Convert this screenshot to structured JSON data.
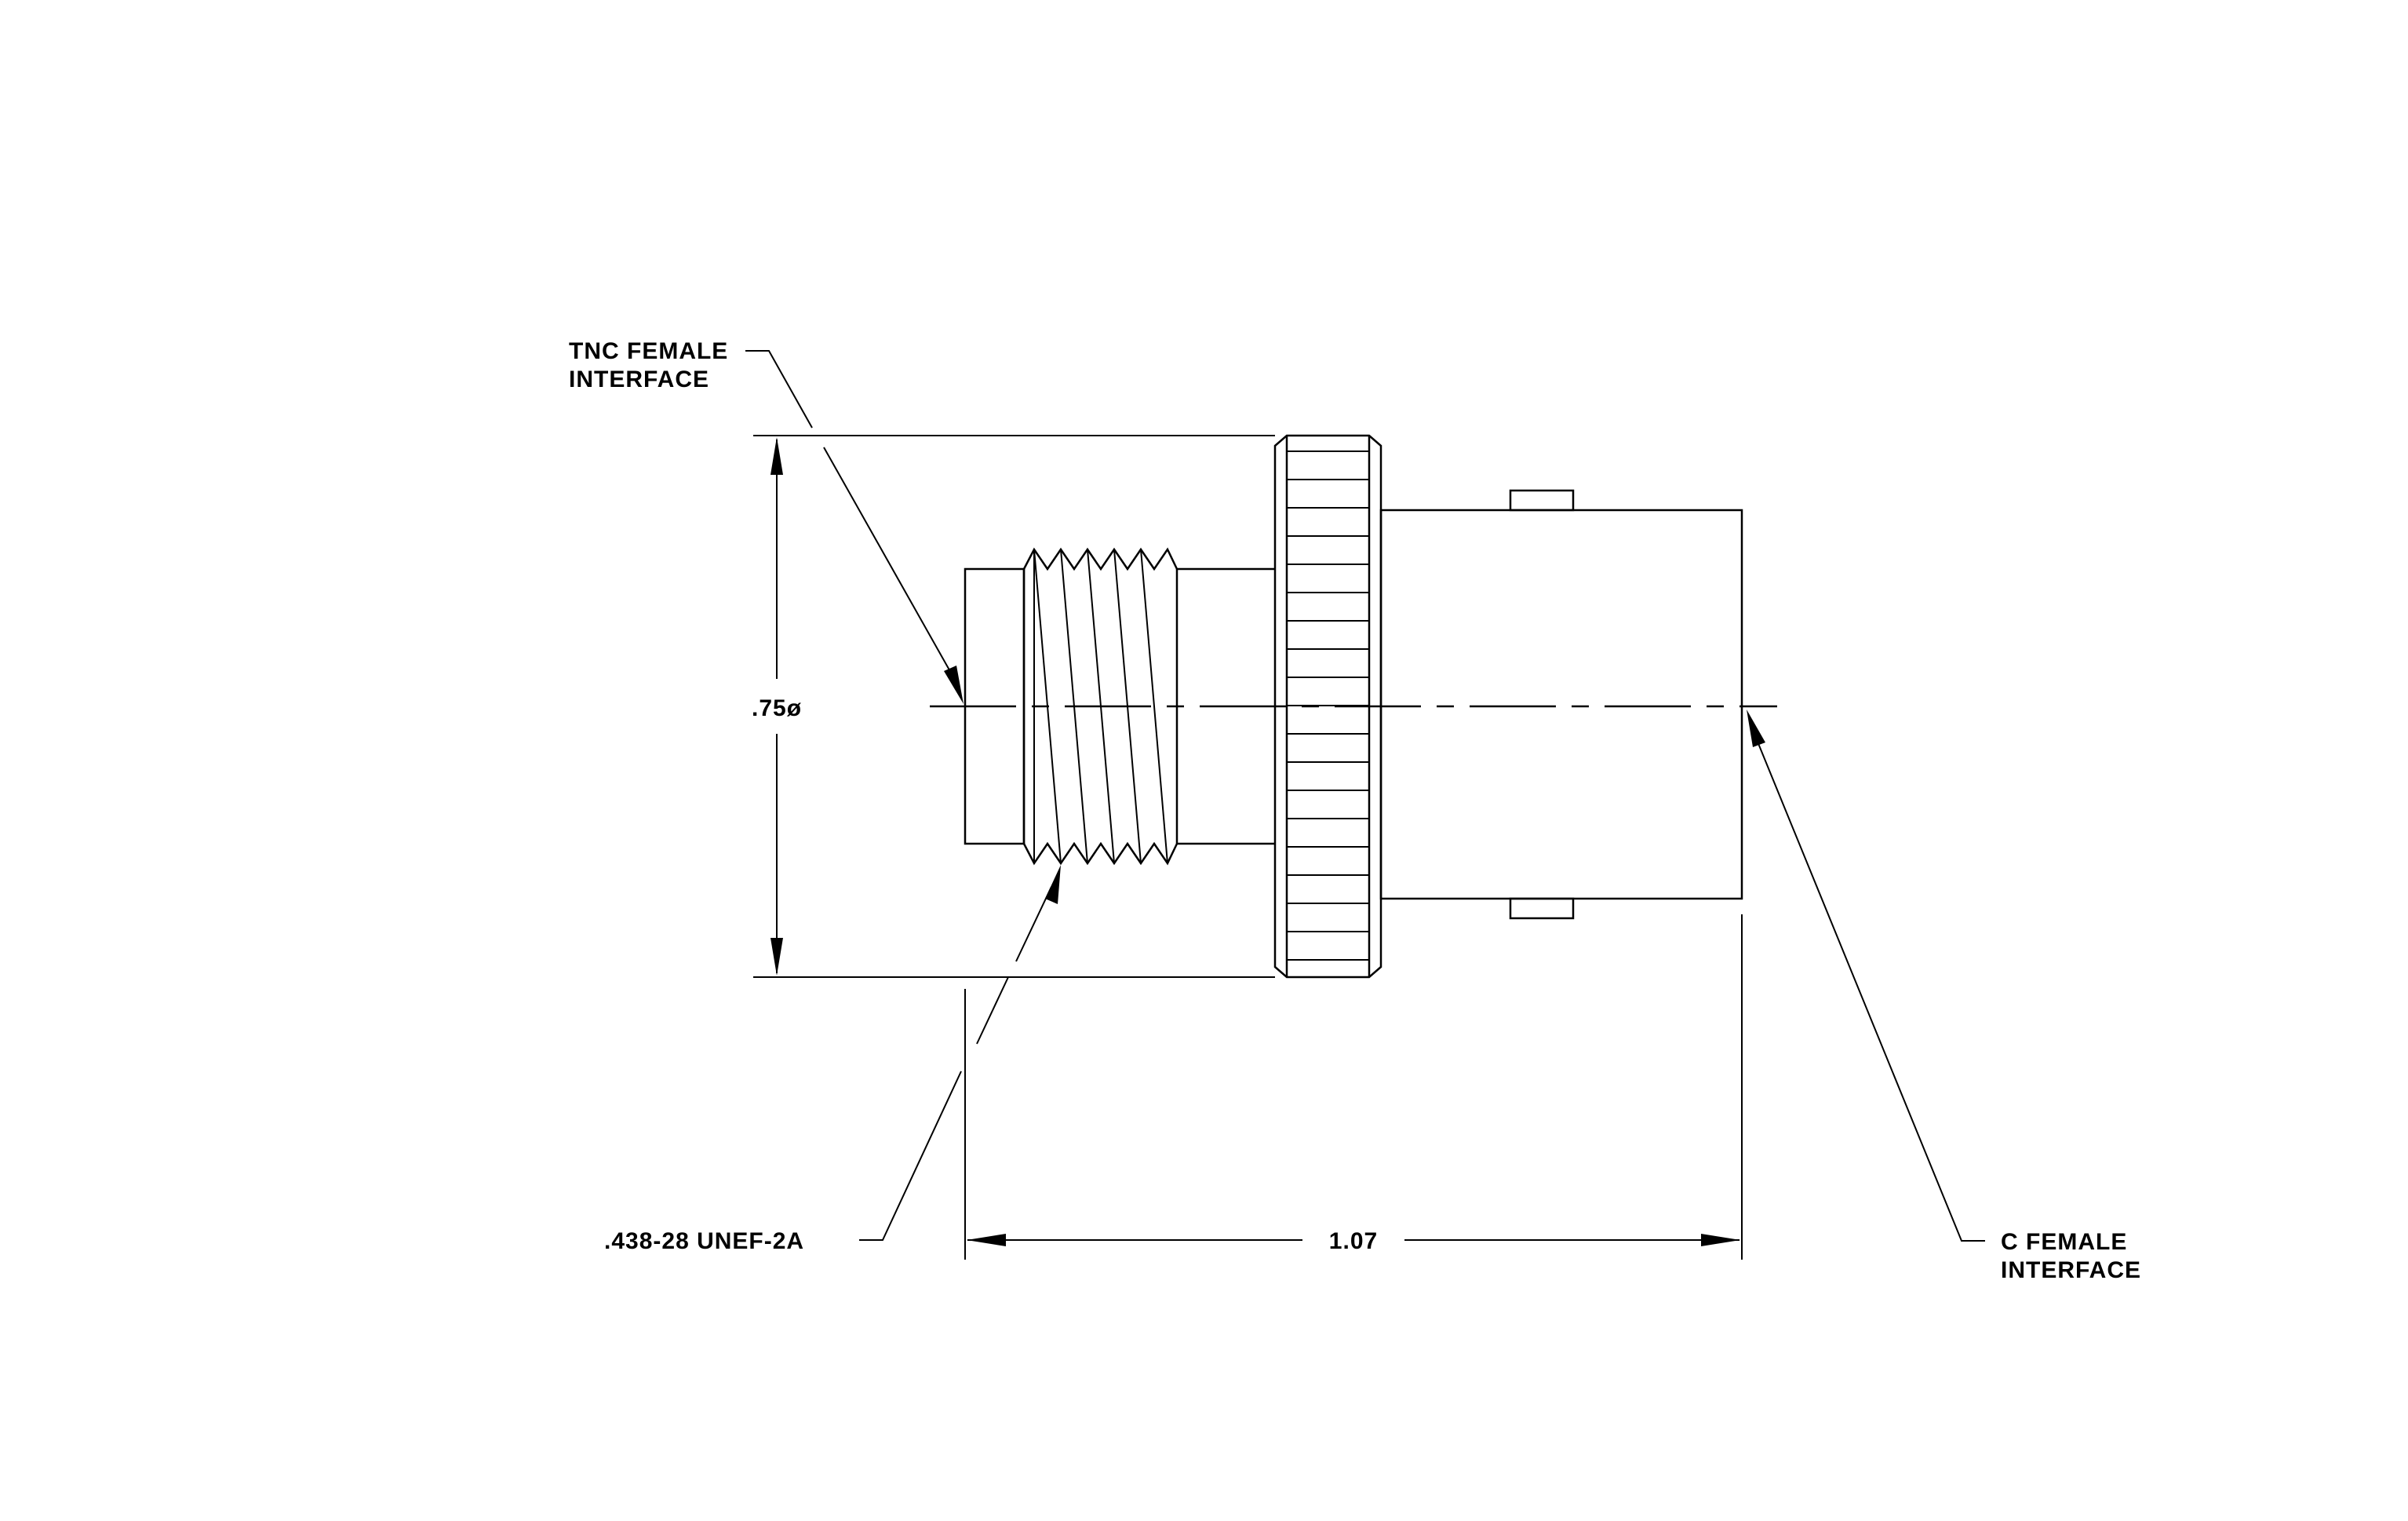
{
  "callouts": {
    "tnc_interface": {
      "line1": "TNC FEMALE",
      "line2": "INTERFACE"
    },
    "thread_spec": ".438-28 UNEF-2A",
    "c_interface": {
      "line1": "C FEMALE",
      "line2": "INTERFACE"
    }
  },
  "dimensions": {
    "diameter": ".75ø",
    "length": "1.07"
  },
  "colors": {
    "ink": "#000000",
    "paper": "#ffffff"
  }
}
